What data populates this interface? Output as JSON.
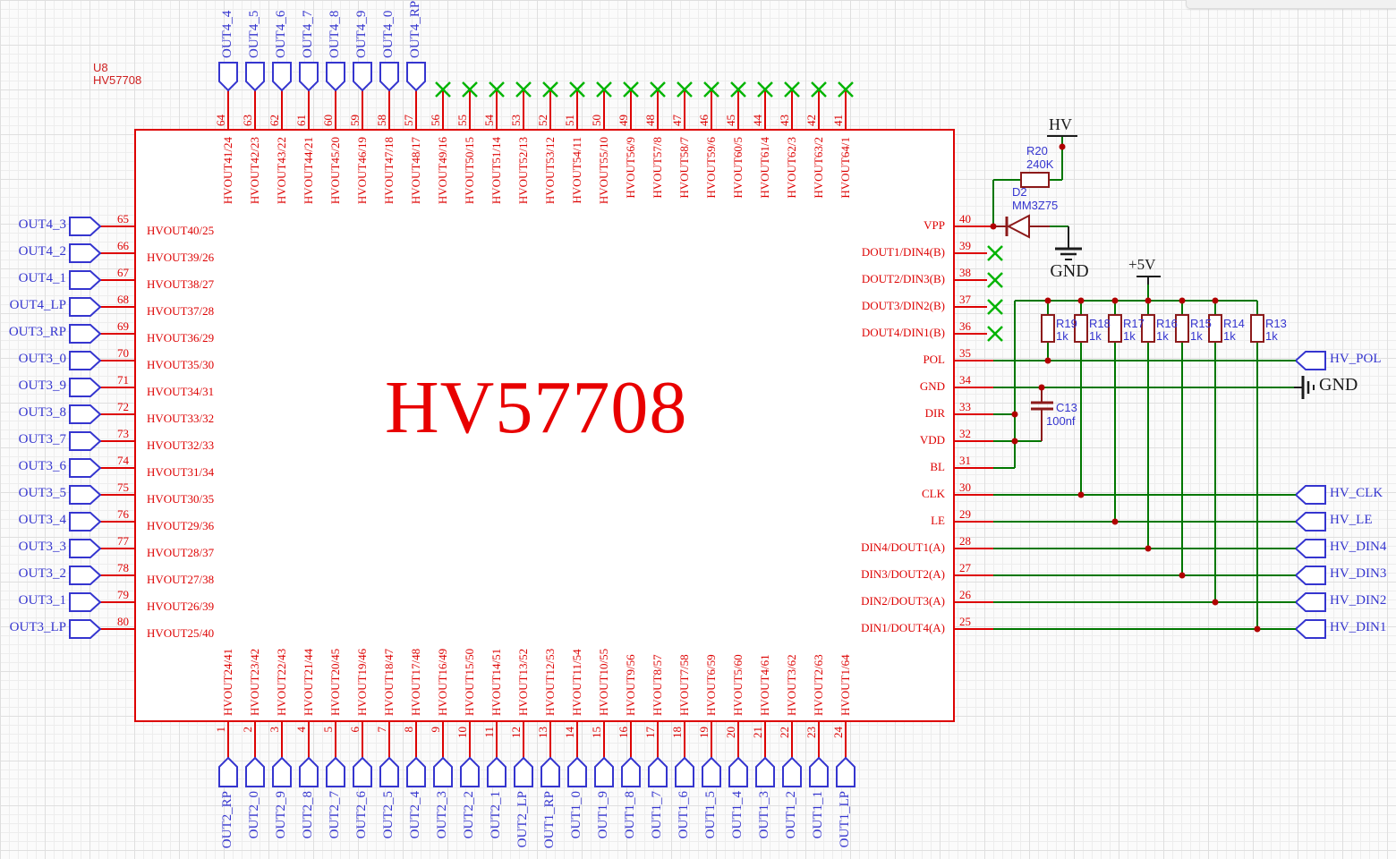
{
  "schematic": {
    "ref": "U8",
    "part": "HV57708",
    "title": "HV57708",
    "colors": {
      "wire_red": "#dd0202",
      "wire_green": "#007700",
      "component": "#8c1a1a",
      "blue": "#3535cf",
      "junction": "#b00000",
      "no_connect": "#00b400",
      "title_red": "#e80000",
      "black": "#1c1c1c"
    },
    "top_pins": [
      {
        "n": "64",
        "name": "HVOUT41/24",
        "port": "OUT4_4"
      },
      {
        "n": "63",
        "name": "HVOUT42/23",
        "port": "OUT4_5"
      },
      {
        "n": "62",
        "name": "HVOUT43/22",
        "port": "OUT4_6"
      },
      {
        "n": "61",
        "name": "HVOUT44/21",
        "port": "OUT4_7"
      },
      {
        "n": "60",
        "name": "HVOUT45/20",
        "port": "OUT4_8"
      },
      {
        "n": "59",
        "name": "HVOUT46/19",
        "port": "OUT4_9"
      },
      {
        "n": "58",
        "name": "HVOUT47/18",
        "port": "OUT4_0"
      },
      {
        "n": "57",
        "name": "HVOUT48/17",
        "port": "OUT4_RP"
      },
      {
        "n": "56",
        "name": "HVOUT49/16",
        "nc": true
      },
      {
        "n": "55",
        "name": "HVOUT50/15",
        "nc": true
      },
      {
        "n": "54",
        "name": "HVOUT51/14",
        "nc": true
      },
      {
        "n": "53",
        "name": "HVOUT52/13",
        "nc": true
      },
      {
        "n": "52",
        "name": "HVOUT53/12",
        "nc": true
      },
      {
        "n": "51",
        "name": "HVOUT54/11",
        "nc": true
      },
      {
        "n": "50",
        "name": "HVOUT55/10",
        "nc": true
      },
      {
        "n": "49",
        "name": "HVOUT56/9",
        "nc": true
      },
      {
        "n": "48",
        "name": "HVOUT57/8",
        "nc": true
      },
      {
        "n": "47",
        "name": "HVOUT58/7",
        "nc": true
      },
      {
        "n": "46",
        "name": "HVOUT59/6",
        "nc": true
      },
      {
        "n": "45",
        "name": "HVOUT60/5",
        "nc": true
      },
      {
        "n": "44",
        "name": "HVOUT61/4",
        "nc": true
      },
      {
        "n": "43",
        "name": "HVOUT62/3",
        "nc": true
      },
      {
        "n": "42",
        "name": "HVOUT63/2",
        "nc": true
      },
      {
        "n": "41",
        "name": "HVOUT64/1",
        "nc": true
      }
    ],
    "left_pins": [
      {
        "n": "65",
        "name": "HVOUT40/25",
        "port": "OUT4_3"
      },
      {
        "n": "66",
        "name": "HVOUT39/26",
        "port": "OUT4_2"
      },
      {
        "n": "67",
        "name": "HVOUT38/27",
        "port": "OUT4_1"
      },
      {
        "n": "68",
        "name": "HVOUT37/28",
        "port": "OUT4_LP"
      },
      {
        "n": "69",
        "name": "HVOUT36/29",
        "port": "OUT3_RP"
      },
      {
        "n": "70",
        "name": "HVOUT35/30",
        "port": "OUT3_0"
      },
      {
        "n": "71",
        "name": "HVOUT34/31",
        "port": "OUT3_9"
      },
      {
        "n": "72",
        "name": "HVOUT33/32",
        "port": "OUT3_8"
      },
      {
        "n": "73",
        "name": "HVOUT32/33",
        "port": "OUT3_7"
      },
      {
        "n": "74",
        "name": "HVOUT31/34",
        "port": "OUT3_6"
      },
      {
        "n": "75",
        "name": "HVOUT30/35",
        "port": "OUT3_5"
      },
      {
        "n": "76",
        "name": "HVOUT29/36",
        "port": "OUT3_4"
      },
      {
        "n": "77",
        "name": "HVOUT28/37",
        "port": "OUT3_3"
      },
      {
        "n": "78",
        "name": "HVOUT27/38",
        "port": "OUT3_2"
      },
      {
        "n": "79",
        "name": "HVOUT26/39",
        "port": "OUT3_1"
      },
      {
        "n": "80",
        "name": "HVOUT25/40",
        "port": "OUT3_LP"
      }
    ],
    "right_pins": [
      {
        "n": "40",
        "name": "VPP"
      },
      {
        "n": "39",
        "name": "DOUT1/DIN4(B)",
        "nc": true
      },
      {
        "n": "38",
        "name": "DOUT2/DIN3(B)",
        "nc": true
      },
      {
        "n": "37",
        "name": "DOUT3/DIN2(B)",
        "nc": true
      },
      {
        "n": "36",
        "name": "DOUT4/DIN1(B)",
        "nc": true
      },
      {
        "n": "35",
        "name": "POL",
        "port": "HV_POL"
      },
      {
        "n": "34",
        "name": "GND"
      },
      {
        "n": "33",
        "name": "DIR"
      },
      {
        "n": "32",
        "name": "VDD"
      },
      {
        "n": "31",
        "name": "BL"
      },
      {
        "n": "30",
        "name": "CLK",
        "port": "HV_CLK"
      },
      {
        "n": "29",
        "name": "LE",
        "port": "HV_LE"
      },
      {
        "n": "28",
        "name": "DIN4/DOUT1(A)",
        "port": "HV_DIN4"
      },
      {
        "n": "27",
        "name": "DIN3/DOUT2(A)",
        "port": "HV_DIN3"
      },
      {
        "n": "26",
        "name": "DIN2/DOUT3(A)",
        "port": "HV_DIN2"
      },
      {
        "n": "25",
        "name": "DIN1/DOUT4(A)",
        "port": "HV_DIN1"
      }
    ],
    "bottom_pins": [
      {
        "n": "1",
        "name": "HVOUT24/41",
        "port": "OUT2_RP"
      },
      {
        "n": "2",
        "name": "HVOUT23/42",
        "port": "OUT2_0"
      },
      {
        "n": "3",
        "name": "HVOUT22/43",
        "port": "OUT2_9"
      },
      {
        "n": "4",
        "name": "HVOUT21/44",
        "port": "OUT2_8"
      },
      {
        "n": "5",
        "name": "HVOUT20/45",
        "port": "OUT2_7"
      },
      {
        "n": "6",
        "name": "HVOUT19/46",
        "port": "OUT2_6"
      },
      {
        "n": "7",
        "name": "HVOUT18/47",
        "port": "OUT2_5"
      },
      {
        "n": "8",
        "name": "HVOUT17/48",
        "port": "OUT2_4"
      },
      {
        "n": "9",
        "name": "HVOUT16/49",
        "port": "OUT2_3"
      },
      {
        "n": "10",
        "name": "HVOUT15/50",
        "port": "OUT2_2"
      },
      {
        "n": "11",
        "name": "HVOUT14/51",
        "port": "OUT2_1"
      },
      {
        "n": "12",
        "name": "HVOUT13/52",
        "port": "OUT2_LP"
      },
      {
        "n": "13",
        "name": "HVOUT12/53",
        "port": "OUT1_RP"
      },
      {
        "n": "14",
        "name": "HVOUT11/54",
        "port": "OUT1_0"
      },
      {
        "n": "15",
        "name": "HVOUT10/55",
        "port": "OUT1_9"
      },
      {
        "n": "16",
        "name": "HVOUT9/56",
        "port": "OUT1_8"
      },
      {
        "n": "17",
        "name": "HVOUT8/57",
        "port": "OUT1_7"
      },
      {
        "n": "18",
        "name": "HVOUT7/58",
        "port": "OUT1_6"
      },
      {
        "n": "19",
        "name": "HVOUT6/59",
        "port": "OUT1_5"
      },
      {
        "n": "20",
        "name": "HVOUT5/60",
        "port": "OUT1_4"
      },
      {
        "n": "21",
        "name": "HVOUT4/61",
        "port": "OUT1_3"
      },
      {
        "n": "22",
        "name": "HVOUT3/62",
        "port": "OUT1_2"
      },
      {
        "n": "23",
        "name": "HVOUT2/63",
        "port": "OUT1_1"
      },
      {
        "n": "24",
        "name": "HVOUT1/64",
        "port": "OUT1_LP"
      }
    ],
    "power": {
      "hv": "HV",
      "gnd_d2": "GND",
      "plus5v": "+5V",
      "gnd_right": "GND"
    },
    "components": {
      "r20": {
        "ref": "R20",
        "value": "240K"
      },
      "d2": {
        "ref": "D2",
        "value": "MM3Z75"
      },
      "c13": {
        "ref": "C13",
        "value": "100nf"
      },
      "pullups": [
        {
          "ref": "R19",
          "value": "1k"
        },
        {
          "ref": "R18",
          "value": "1k"
        },
        {
          "ref": "R17",
          "value": "1k"
        },
        {
          "ref": "R16",
          "value": "1k"
        },
        {
          "ref": "R15",
          "value": "1k"
        },
        {
          "ref": "R14",
          "value": "1k"
        },
        {
          "ref": "R13",
          "value": "1k"
        }
      ]
    }
  }
}
